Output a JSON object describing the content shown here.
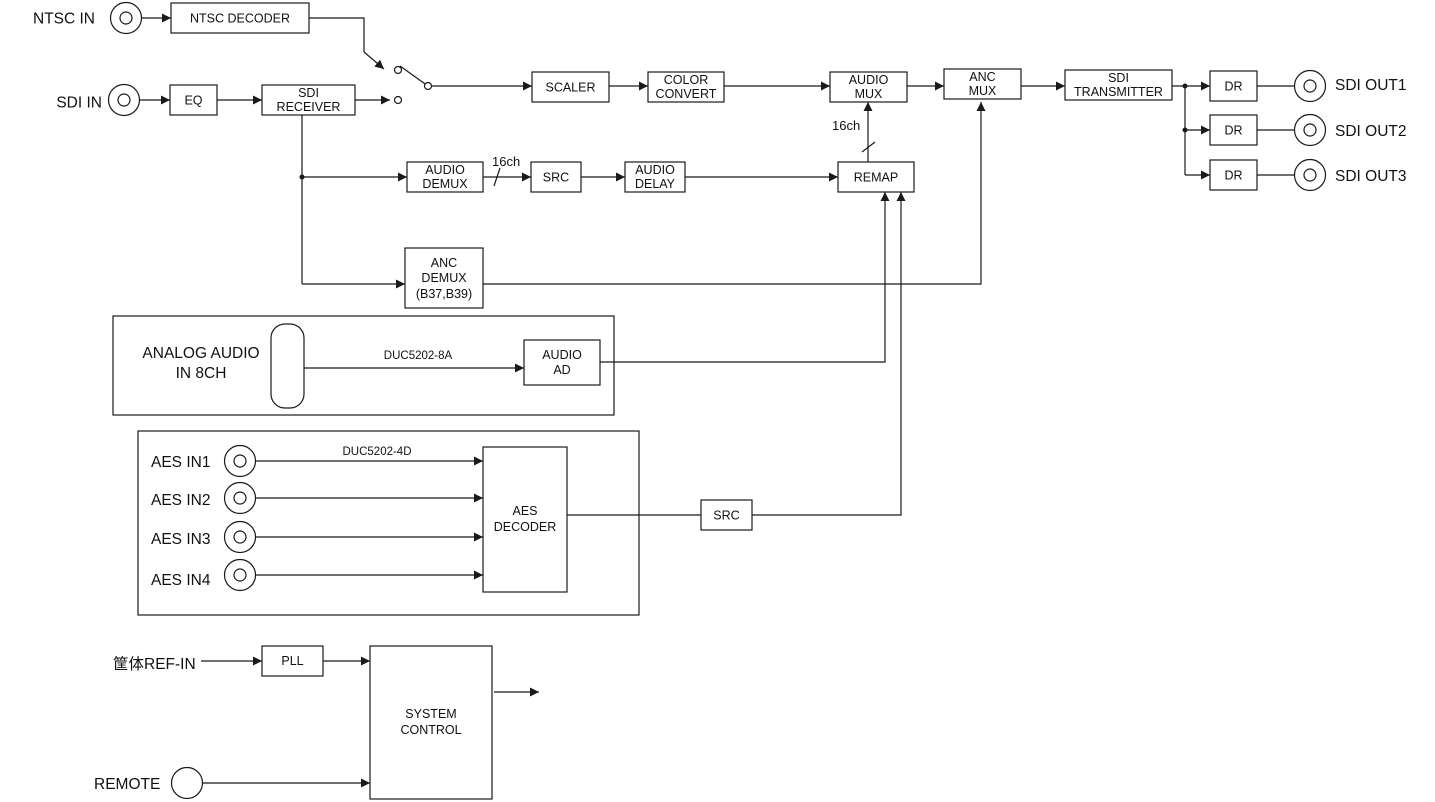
{
  "colors": {
    "line": "#1a1a1a",
    "background": "#ffffff"
  },
  "inputs": {
    "ntsc_in": "NTSC IN",
    "sdi_in": "SDI IN",
    "analog_audio": [
      "ANALOG AUDIO",
      "IN 8CH"
    ],
    "aes_in1": "AES IN1",
    "aes_in2": "AES IN2",
    "aes_in3": "AES IN3",
    "aes_in4": "AES IN4",
    "ref_in": "筐体REF-IN",
    "remote": "REMOTE"
  },
  "outputs": {
    "sdi_out1": "SDI OUT1",
    "sdi_out2": "SDI OUT2",
    "sdi_out3": "SDI OUT3"
  },
  "blocks": {
    "ntsc_decoder": [
      "NTSC DECODER"
    ],
    "eq": [
      "EQ"
    ],
    "sdi_receiver": [
      "SDI",
      "RECEIVER"
    ],
    "scaler": [
      "SCALER"
    ],
    "color_convert": [
      "COLOR",
      "CONVERT"
    ],
    "audio_mux": [
      "AUDIO",
      "MUX"
    ],
    "anc_mux": [
      "ANC",
      "MUX"
    ],
    "sdi_transmitter": [
      "SDI",
      "TRANSMITTER"
    ],
    "dr1": [
      "DR"
    ],
    "dr2": [
      "DR"
    ],
    "dr3": [
      "DR"
    ],
    "audio_demux": [
      "AUDIO",
      "DEMUX"
    ],
    "src1": [
      "SRC"
    ],
    "audio_delay": [
      "AUDIO",
      "DELAY"
    ],
    "remap": [
      "REMAP"
    ],
    "anc_demux": [
      "ANC",
      "DEMUX",
      "(B37,B39)"
    ],
    "audio_ad": [
      "AUDIO",
      "AD"
    ],
    "aes_decoder": [
      "AES",
      "DECODER"
    ],
    "src2": [
      "SRC"
    ],
    "pll": [
      "PLL"
    ],
    "system_control": [
      "SYSTEM",
      "CONTROL"
    ]
  },
  "annotations": {
    "ch16_demux": "16ch",
    "ch16_remap": "16ch",
    "duc_8a": "DUC5202-8A",
    "duc_4d": "DUC5202-4D"
  }
}
